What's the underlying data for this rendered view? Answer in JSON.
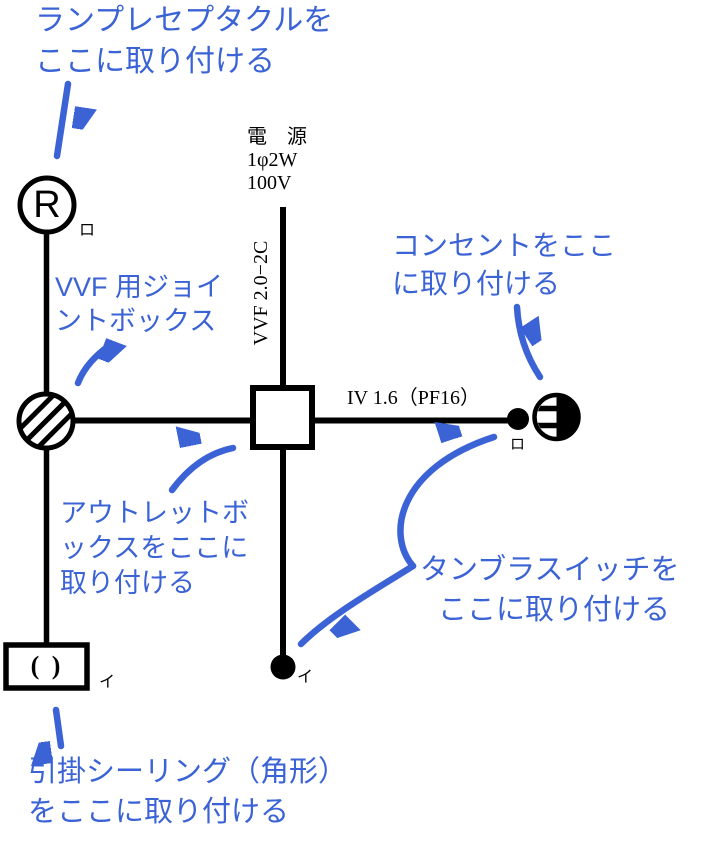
{
  "colors": {
    "annotation_blue": "#3b63d5",
    "line_black": "#000000"
  },
  "power_source": {
    "line1": "電　源",
    "line2": "1φ2W",
    "line3": "100V"
  },
  "labels": {
    "cable_vertical": "VVF 2.0−2C",
    "conduit": "IV 1.6（PF16）",
    "lamp_symbol_letter": "R",
    "ceiling_symbol_glyph": "( )",
    "circuit_ro_lamp": "ロ",
    "circuit_ro_switch": "ロ",
    "circuit_i_switch": "イ",
    "circuit_i_ceiling": "イ"
  },
  "annotations": {
    "lamp": {
      "lines": [
        "ランプレセプタクルを",
        "ここに取り付ける"
      ]
    },
    "joint_box": {
      "lines": [
        "VVF 用ジョイ",
        "ントボックス"
      ]
    },
    "outlet": {
      "lines": [
        "コンセントをここ",
        "に取り付ける"
      ]
    },
    "outlet_box": {
      "lines": [
        "アウトレットボ",
        "ックスをここに",
        "取り付ける"
      ]
    },
    "tumbler_switch": {
      "lines": [
        "タンブラスイッチを",
        "ここに取り付ける"
      ]
    },
    "ceiling_rose": {
      "lines": [
        "引掛シーリング（角形）",
        "をここに取り付ける"
      ]
    }
  }
}
